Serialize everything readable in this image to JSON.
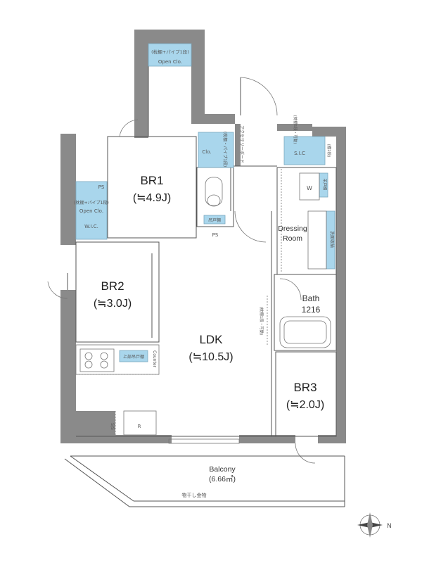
{
  "colors": {
    "wall": "#8a8a8a",
    "storage": "#a9d6ec",
    "line": "#555555"
  },
  "rooms": {
    "br1": {
      "name": "BR1",
      "size": "(≒4.9J)"
    },
    "br2": {
      "name": "BR2",
      "size": "(≒3.0J)"
    },
    "br3": {
      "name": "BR3",
      "size": "(≒2.0J)"
    },
    "ldk": {
      "name": "LDK",
      "size": "(≒10.5J)"
    },
    "bath": {
      "name": "Bath",
      "size": "1216"
    },
    "dressing": {
      "line1": "Dressing",
      "line2": "Room"
    },
    "balcony": {
      "name": "Balcony",
      "size": "(6.66㎡)"
    }
  },
  "labels": {
    "open_clo_top_jp": "(枕棚+パイプ1段)",
    "open_clo_top": "Open Clo.",
    "clo": "Clo.",
    "shelf_pipe": "(枕棚・パイプ1段)",
    "pipe_shaft": "アクセサリーボード",
    "sic": "S.I.C",
    "sic_shelf": "(枕棚5段・可動)",
    "sic_side": "(棚2段)",
    "ps_left": "PS",
    "open_clo_left_jp": "(枕棚+パイプ1段)",
    "open_clo_left": "Open Clo.",
    "wic": "W.I.C.",
    "ps_toilet": "PS",
    "toilet_shelf": "吊戸棚",
    "washer": "W",
    "dressing_shelf": "吊戸棚",
    "dressing_storage": "洗面収納",
    "kitchen_upper": "上部吊戸棚",
    "counter": "Counter",
    "ldk_shelf": "(枕棚1段・可動)",
    "fridge": "R",
    "pantry": "S/S",
    "laundry_pole": "物干し金物",
    "compass_n": "N"
  }
}
